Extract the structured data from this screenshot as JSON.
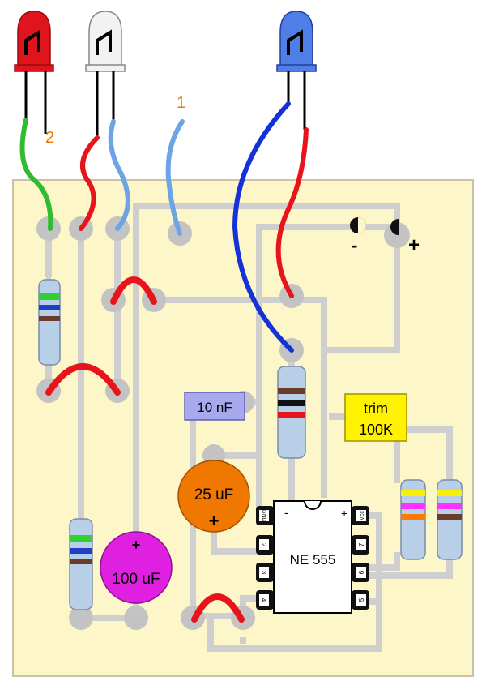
{
  "labels": {
    "wire_1": "1",
    "wire_2": "2",
    "battery_minus": "-",
    "battery_plus": "+",
    "cap_10nf": "10 nF",
    "trim": "trim",
    "trim_value": "100K",
    "cap_25uf": "25 uF",
    "cap_25uf_plus": "+",
    "cap_100uf": "100 uF",
    "cap_100uf_plus": "+",
    "ic_name": "NE 555",
    "ic_top_minus": "-",
    "ic_top_plus": "+",
    "pin_gnd": "GND",
    "pin_2": "2",
    "pin_3": "3",
    "pin_4": "4",
    "pin_vcc": "Vcc",
    "pin_7": "7",
    "pin_6": "6",
    "pin_5": "5"
  },
  "colors": {
    "board": "#fdf6c8",
    "board_border": "#c9c2a6",
    "trace": "#cfcfcf",
    "pad": "#c3c3c3",
    "wire_red": "#e8141c",
    "wire_green": "#2fbd2f",
    "wire_lightblue": "#6ea3e6",
    "wire_blue": "#1432d8",
    "led_red": "#e0141c",
    "led_white": "#f2f2f2",
    "led_blue": "#4f7fe6",
    "cap_10nf_fill": "#a8a8ee",
    "trim_fill": "#fff200",
    "cap_25uf_fill": "#f07800",
    "cap_100uf_fill": "#e020e0",
    "ic_body": "#ffffff",
    "resistor_body": "#b8cfe8"
  },
  "leds": [
    "led-red",
    "led-white",
    "led-blue"
  ]
}
